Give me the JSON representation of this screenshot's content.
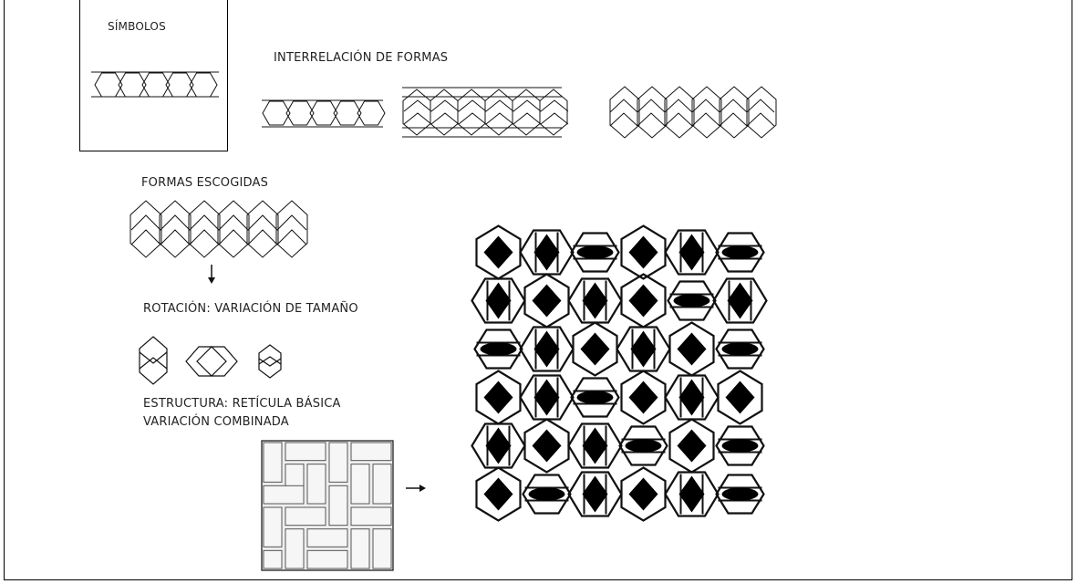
{
  "labels": {
    "simbolos": "SÍMBOLOS",
    "interrelacion": "INTERRELACIÓN DE FORMAS",
    "formas_escogidas": "FORMAS ESCOGIDAS",
    "rotacion": "ROTACIÓN: VARIACIÓN DE TAMAÑO",
    "estructura_1": "ESTRUCTURA: RETÍCULA BÁSICA",
    "estructura_2": "VARIACIÓN COMBINADA"
  },
  "colors": {
    "line": "#111111",
    "fill_dark": "#000000",
    "grid_fill": "#eeeeee"
  },
  "icons": {
    "down_arrow": "down-arrow-icon",
    "right_arrow": "right-arrow-icon"
  }
}
